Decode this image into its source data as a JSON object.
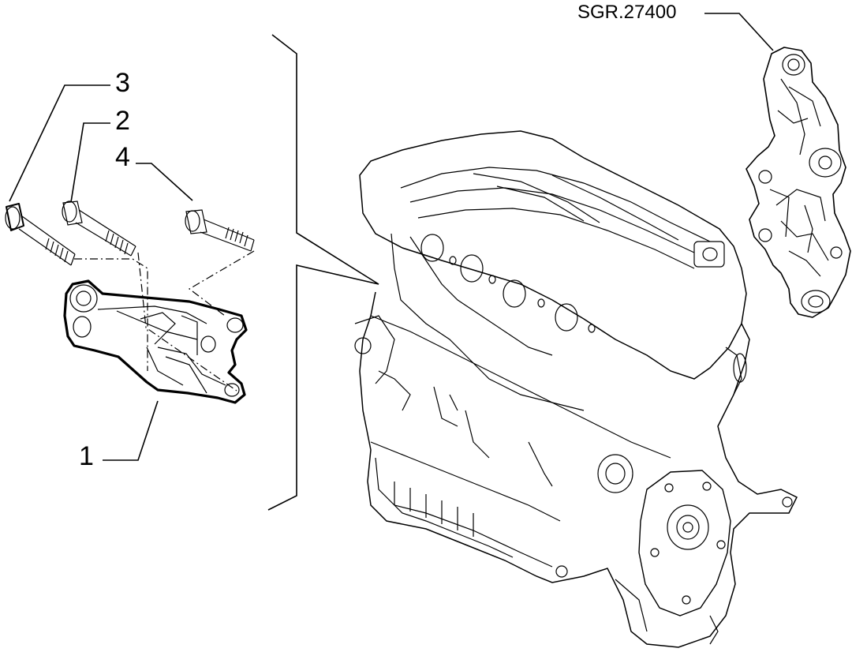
{
  "reference_code": "SGR.27400",
  "callouts": [
    {
      "id": "1",
      "label": "1"
    },
    {
      "id": "2",
      "label": "2"
    },
    {
      "id": "3",
      "label": "3"
    },
    {
      "id": "4",
      "label": "4"
    }
  ],
  "colors": {
    "line": "#000000",
    "background": "#ffffff"
  },
  "icons": [
    "engine-block-illustration",
    "engine-mount-bracket-illustration",
    "bolt-illustration",
    "mount-support-illustration"
  ]
}
